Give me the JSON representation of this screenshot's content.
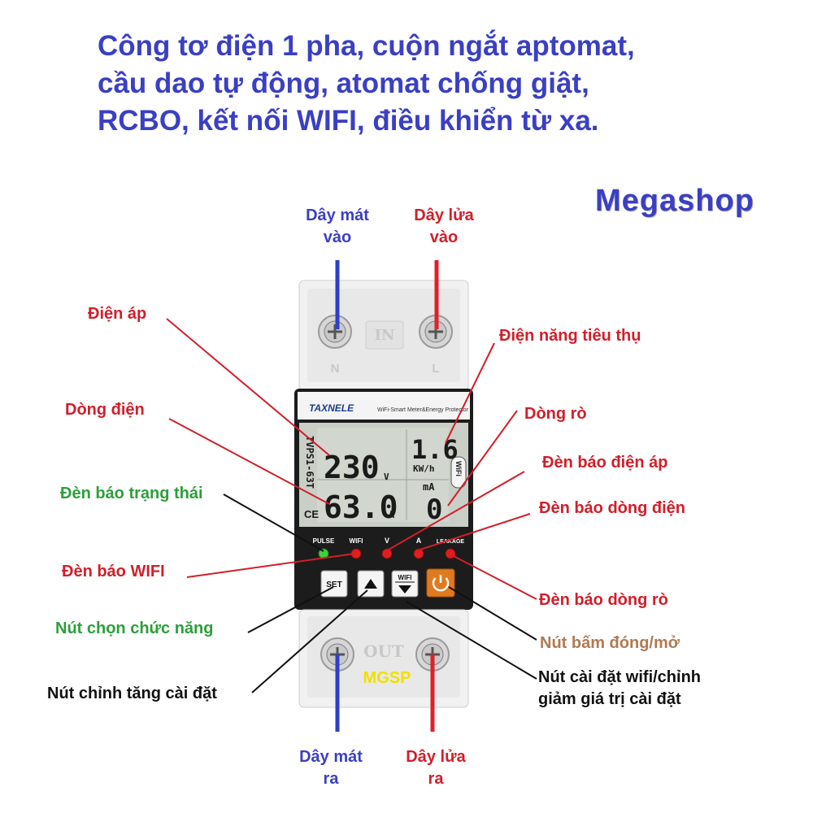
{
  "title": {
    "line1": "Công tơ điện 1 pha, cuộn ngắt aptomat,",
    "line2": "cầu dao tự động, atomat chống giật,",
    "line3": "RCBO, kết nối WIFI, điều khiển từ xa."
  },
  "brand": "Megashop",
  "wires": {
    "neutral_in": [
      "Dây mát",
      "vào"
    ],
    "live_in": [
      "Dây lửa",
      "vào"
    ],
    "neutral_out": [
      "Dây mát",
      "ra"
    ],
    "live_out": [
      "Dây lửa",
      "ra"
    ]
  },
  "callouts": {
    "voltage": "Điện áp",
    "current": "Dòng điện",
    "status_led": "Đèn báo trạng thái",
    "wifi_led": "Đèn báo WIFI",
    "function_button": "Nút chọn chức năng",
    "increase_button": "Nút chỉnh tăng cài đặt",
    "energy": "Điện năng tiêu thụ",
    "leakage": "Dòng rò",
    "voltage_led": "Đèn báo điện áp",
    "current_led": "Đèn báo dòng điện",
    "leakage_led": "Đèn báo dòng rò",
    "power_button": "Nút bấm đóng/mở",
    "wifi_button": [
      "Nút cài đặt wifi/chỉnh",
      "giảm giá trị cài đặt"
    ]
  },
  "device": {
    "in_label": "IN",
    "out_label": "OUT",
    "n_label": "N",
    "l_label": "L",
    "maker": "TAXNELE",
    "subtitle": "WiFi-Smart Meter&Energy Protector",
    "model": "TVPS1-63T",
    "ce": "CE",
    "wifi_badge": "WiFi",
    "watermark": "MGSP",
    "lcd": {
      "voltage": "230",
      "voltage_unit": "V",
      "current": "63.0",
      "current_unit": "A",
      "energy": "1.6",
      "energy_unit": "KW/h",
      "leak_unit": "mA",
      "leak": "0"
    },
    "leds": [
      "PULSE",
      "WIFI",
      "V",
      "A",
      "LEAKAGE"
    ],
    "buttons": {
      "set": "SET",
      "wifi": "WIFI"
    }
  },
  "colors": {
    "title": "#3a3fc4",
    "red_label": "#d11f2a",
    "green_label": "#2e9e3a",
    "neutral_wire": "#2b3fc9",
    "live_wire": "#e0202a",
    "lcd_bg": "#c9cfc7",
    "panel": "#1c1c1c",
    "power_button": "#e07a1f"
  }
}
